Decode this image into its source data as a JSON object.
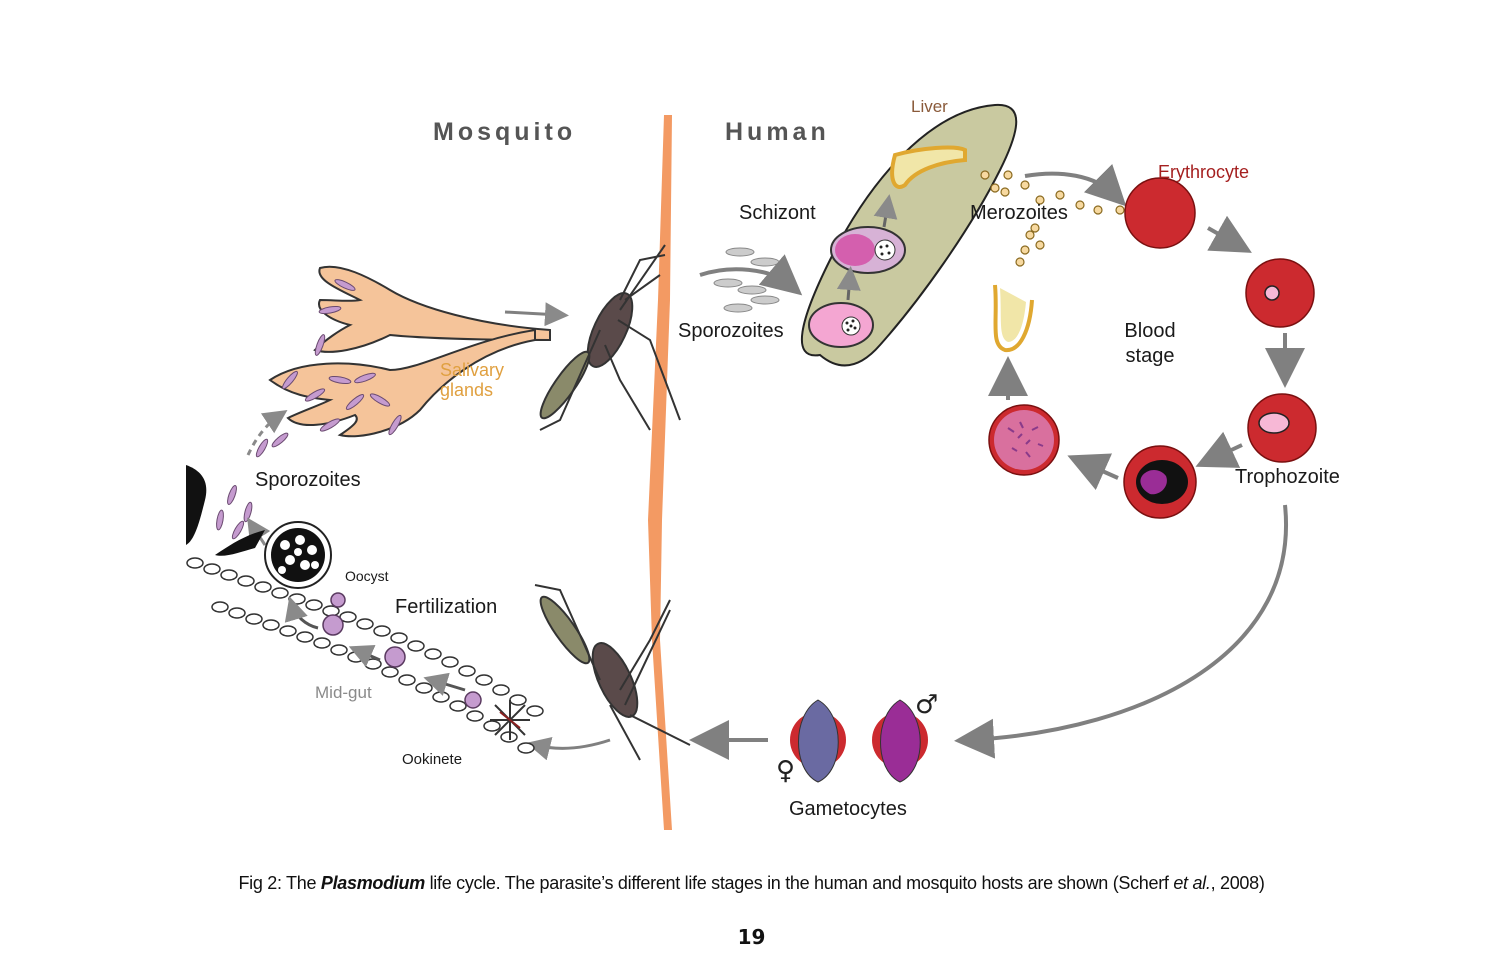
{
  "figure": {
    "hosts": {
      "mosquito": "Mosquito",
      "human": "Human"
    },
    "labels": {
      "liver": "Liver",
      "schizont": "Schizont",
      "merozoites": "Merozoites",
      "erythrocyte": "Erythrocyte",
      "sporozoites_human": "Sporozoites",
      "blood_stage": "Blood stage",
      "trophozoite": "Trophozoite",
      "gametocytes": "Gametocytes",
      "salivary_glands": "Salivary glands",
      "sporozoites_mosquito": "Sporozoites",
      "oocyst": "Oocyst",
      "fertilization": "Fertilization",
      "mid_gut": "Mid-gut",
      "ookinete": "Ookinete"
    },
    "symbols": {
      "female": "♀",
      "male": "♂"
    },
    "colors": {
      "erythrocyte_red": "#cc2a2f",
      "liver_fill": "#c9c9a0",
      "salivary_gland": "#f5c49a",
      "parasite_purple": "#c59bcf",
      "host_divider": "#f39a63",
      "female_gametocyte": "#6a6aa2",
      "male_gametocyte": "#9a2d96",
      "arrow_gray": "#808080"
    }
  },
  "caption": {
    "prefix": "Fig 2: The ",
    "genus": "Plasmodium",
    "middle": " life cycle. The parasite’s different life stages in the human and mosquito hosts are shown (Scherf ",
    "etal": "et al.",
    "suffix": ", 2008)"
  },
  "page_number": "19"
}
